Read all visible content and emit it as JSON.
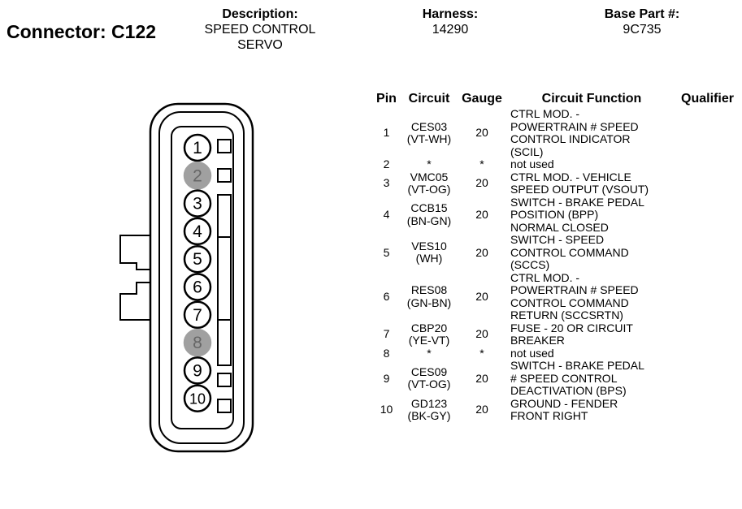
{
  "header": {
    "title": "Connector: C122",
    "description_label": "Description:",
    "description_line1": "SPEED CONTROL",
    "description_line2": "SERVO",
    "harness_label": "Harness:",
    "harness_value": "14290",
    "base_part_label": "Base Part #:",
    "base_part_value": "9C735"
  },
  "columns": {
    "pin": "Pin",
    "circuit": "Circuit",
    "gauge": "Gauge",
    "function": "Circuit Function",
    "qualifier": "Qualifier"
  },
  "connector": {
    "empty_cavity_fill": "#a0a0a0",
    "cavities": [
      {
        "pin": "1",
        "empty": false
      },
      {
        "pin": "2",
        "empty": true
      },
      {
        "pin": "3",
        "empty": false
      },
      {
        "pin": "4",
        "empty": false
      },
      {
        "pin": "5",
        "empty": false
      },
      {
        "pin": "6",
        "empty": false
      },
      {
        "pin": "7",
        "empty": false
      },
      {
        "pin": "8",
        "empty": true
      },
      {
        "pin": "9",
        "empty": false
      },
      {
        "pin": "10",
        "empty": false
      }
    ]
  },
  "rows": [
    {
      "pin": "1",
      "circuit": "CES03",
      "color": "(VT-WH)",
      "gauge": "20",
      "function": [
        "CTRL MOD. -",
        "POWERTRAIN # SPEED",
        "CONTROL INDICATOR",
        "(SCIL)"
      ],
      "qualifier": ""
    },
    {
      "pin": "2",
      "circuit": "*",
      "color": "",
      "gauge": "*",
      "function": [
        "not used"
      ],
      "qualifier": ""
    },
    {
      "pin": "3",
      "circuit": "VMC05",
      "color": "(VT-OG)",
      "gauge": "20",
      "function": [
        "CTRL MOD. - VEHICLE",
        "SPEED OUTPUT (VSOUT)"
      ],
      "qualifier": ""
    },
    {
      "pin": "4",
      "circuit": "CCB15",
      "color": "(BN-GN)",
      "gauge": "20",
      "function": [
        "SWITCH - BRAKE PEDAL",
        "POSITION (BPP)",
        "NORMAL CLOSED"
      ],
      "qualifier": ""
    },
    {
      "pin": "5",
      "circuit": "VES10",
      "color": "(WH)",
      "gauge": "20",
      "function": [
        "SWITCH - SPEED",
        "CONTROL COMMAND",
        "(SCCS)"
      ],
      "qualifier": ""
    },
    {
      "pin": "6",
      "circuit": "RES08",
      "color": "(GN-BN)",
      "gauge": "20",
      "function": [
        "CTRL MOD. -",
        "POWERTRAIN # SPEED",
        "CONTROL COMMAND",
        "RETURN (SCCSRTN)"
      ],
      "qualifier": ""
    },
    {
      "pin": "7",
      "circuit": "CBP20",
      "color": "(YE-VT)",
      "gauge": "20",
      "function": [
        "FUSE - 20 OR CIRCUIT",
        "BREAKER"
      ],
      "qualifier": ""
    },
    {
      "pin": "8",
      "circuit": "*",
      "color": "",
      "gauge": "*",
      "function": [
        "not used"
      ],
      "qualifier": ""
    },
    {
      "pin": "9",
      "circuit": "CES09",
      "color": "(VT-OG)",
      "gauge": "20",
      "function": [
        "SWITCH - BRAKE PEDAL",
        "# SPEED CONTROL",
        "DEACTIVATION (BPS)"
      ],
      "qualifier": ""
    },
    {
      "pin": "10",
      "circuit": "GD123",
      "color": "(BK-GY)",
      "gauge": "20",
      "function": [
        "GROUND - FENDER",
        "FRONT RIGHT"
      ],
      "qualifier": ""
    }
  ]
}
